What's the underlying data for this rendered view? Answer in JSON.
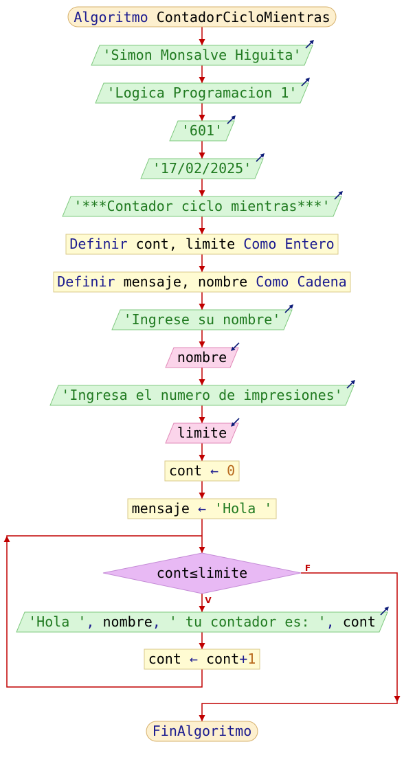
{
  "colors": {
    "connector": "#c00000",
    "keyword": "#1b1b8f",
    "string": "#207a20",
    "number": "#b86a1e",
    "identifier": "#000000",
    "icon": "#0c1b78",
    "terminator_fill": "#fdf0cf",
    "terminator_border": "#d6b06b",
    "output_fill": "#d9f6d9",
    "output_border": "#7fc97f",
    "input_fill": "#fbd4ea",
    "input_border": "#e08ab8",
    "process_fill": "#fffbd2",
    "process_border": "#d9c98a",
    "decision_fill": "#e8b9f4",
    "decision_border": "#c48bd6"
  },
  "icons": {
    "output": "output-arrow-icon",
    "input": "input-arrow-icon"
  },
  "start": {
    "keyword": "Algoritmo",
    "name": "ContadorCicloMientras"
  },
  "steps": [
    {
      "output": [
        {
          "string": "'Simon Monsalve Higuita'"
        }
      ]
    },
    {
      "output": [
        {
          "string": "'Logica Programacion 1'"
        }
      ]
    },
    {
      "output": [
        {
          "string": "'601'"
        }
      ]
    },
    {
      "output": [
        {
          "string": "'17/02/2025'"
        }
      ]
    },
    {
      "output": [
        {
          "string": "'***Contador ciclo mientras***'"
        }
      ]
    },
    {
      "process": [
        {
          "keyword": "Definir"
        },
        {
          "identifier": " cont, limite "
        },
        {
          "keyword": "Como Entero"
        }
      ]
    },
    {
      "process": [
        {
          "keyword": "Definir"
        },
        {
          "identifier": " mensaje, nombre "
        },
        {
          "keyword": "Como Cadena"
        }
      ]
    },
    {
      "output": [
        {
          "string": "'Ingrese su nombre'"
        }
      ]
    },
    {
      "input": [
        {
          "identifier": "nombre"
        }
      ]
    },
    {
      "output": [
        {
          "string": "'Ingresa el numero de impresiones'"
        }
      ]
    },
    {
      "input": [
        {
          "identifier": "limite"
        }
      ]
    },
    {
      "process": [
        {
          "identifier": "cont"
        },
        {
          "operator": " ← "
        },
        {
          "number": "0"
        }
      ]
    },
    {
      "process": [
        {
          "identifier": "mensaje"
        },
        {
          "operator": " ← "
        },
        {
          "string": "'Hola '"
        }
      ]
    }
  ],
  "loop": {
    "condition": "cont≤limite",
    "true_label": "V",
    "false_label": "F",
    "body": [
      {
        "output": [
          {
            "string": "'Hola '"
          },
          {
            "operator": ", "
          },
          {
            "identifier": "nombre"
          },
          {
            "operator": ", "
          },
          {
            "string": "' tu contador es: '"
          },
          {
            "operator": ", "
          },
          {
            "identifier": "cont"
          }
        ]
      },
      {
        "process": [
          {
            "identifier": "cont"
          },
          {
            "operator": " ← "
          },
          {
            "identifier": "cont"
          },
          {
            "operator": "+"
          },
          {
            "number": "1"
          }
        ]
      }
    ]
  },
  "end": {
    "keyword": "FinAlgoritmo"
  }
}
